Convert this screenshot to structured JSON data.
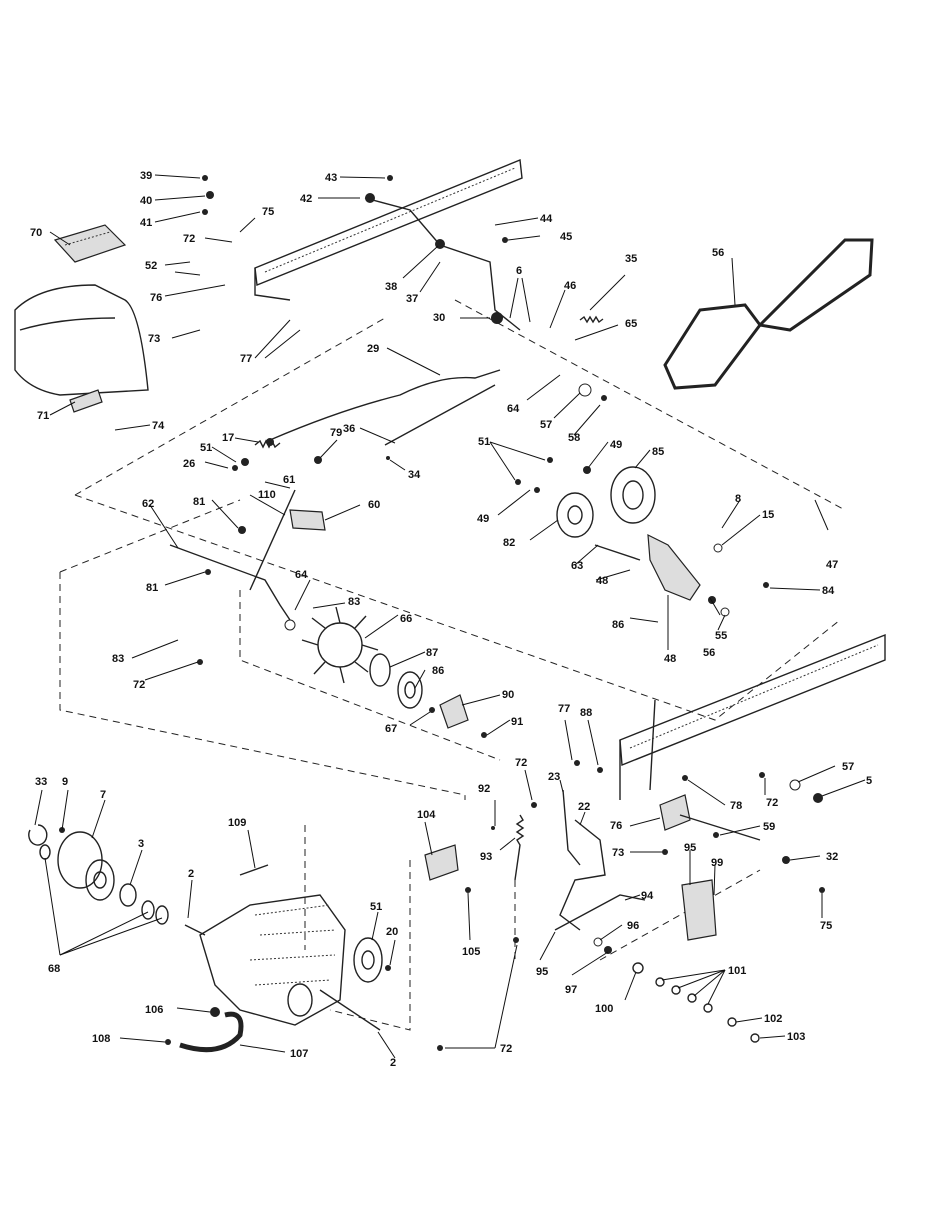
{
  "diagram": {
    "callouts": [
      "39",
      "40",
      "41",
      "43",
      "42",
      "70",
      "72",
      "75",
      "52",
      "76",
      "73",
      "71",
      "74",
      "77",
      "44",
      "45",
      "38",
      "37",
      "35",
      "56",
      "6",
      "46",
      "30",
      "65",
      "29",
      "64",
      "57",
      "58",
      "17",
      "79",
      "51",
      "26",
      "36",
      "34",
      "51",
      "49",
      "85",
      "61",
      "110",
      "60",
      "49",
      "82",
      "62",
      "81",
      "47",
      "8",
      "15",
      "83",
      "63",
      "48",
      "84",
      "86",
      "81",
      "55",
      "56",
      "48",
      "66",
      "64",
      "83",
      "72",
      "87",
      "86",
      "90",
      "67",
      "91",
      "33",
      "9",
      "7",
      "3",
      "109",
      "2",
      "68",
      "104",
      "105",
      "92",
      "93",
      "72",
      "23",
      "22",
      "94",
      "95",
      "96",
      "97",
      "77",
      "88",
      "78",
      "72",
      "57",
      "5",
      "76",
      "59",
      "73",
      "95",
      "99",
      "32",
      "75",
      "100",
      "101",
      "102",
      "103",
      "51",
      "20",
      "106",
      "108",
      "107",
      "2",
      "72"
    ]
  }
}
